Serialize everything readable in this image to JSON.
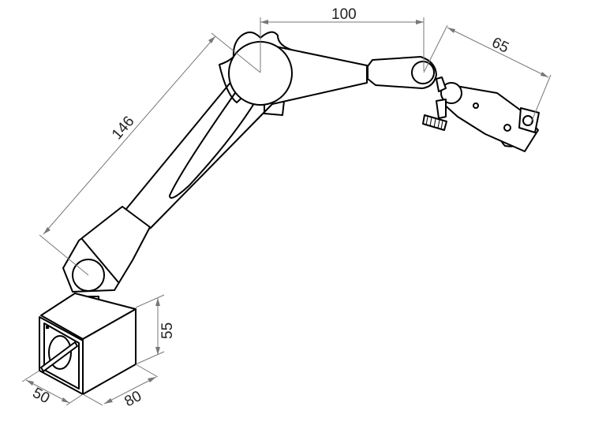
{
  "dimensions": {
    "top_reach": "100",
    "clamp_length": "65",
    "lower_arm_length": "146",
    "base_height": "55",
    "base_width": "50",
    "base_length": "80"
  },
  "colors": {
    "line": "#000000",
    "dimension": "#777777",
    "background": "#ffffff"
  }
}
